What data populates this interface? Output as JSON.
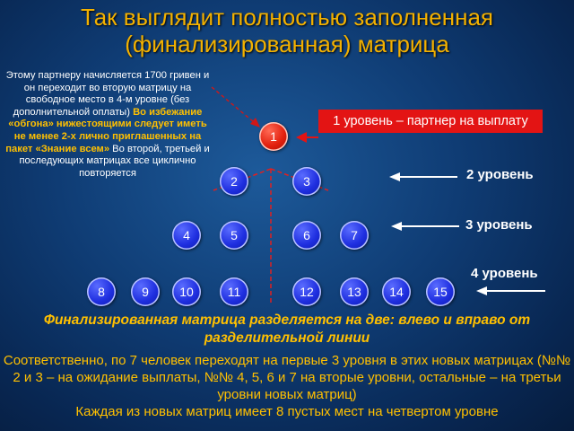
{
  "title": {
    "line1": "Так выглядит полностью заполненная",
    "line2": "(финализированная) матрица"
  },
  "left_note": {
    "part1": "Этому партнеру начисляется 1700 гривен и он переходит во вторую матрицу на свободное место в 4-м уровне (без дополнительной оплаты)",
    "part2": "Во избежание «обгона» нижестоящими следует иметь не менее 2-х лично приглашенных на пакет «Знание всем»",
    "part3": "Во второй, третьей и последующих матрицах все циклично повторяется"
  },
  "badge": "1 уровень – партнер на выплату",
  "levels": {
    "l2": "2 уровень",
    "l3": "3 уровень",
    "l4": "4 уровень"
  },
  "nodes": [
    "1",
    "2",
    "3",
    "4",
    "5",
    "6",
    "7",
    "8",
    "9",
    "10",
    "11",
    "12",
    "13",
    "14",
    "15"
  ],
  "subtitle": "Финализированная матрица разделяется на две: влево и вправо от разделительной линии",
  "footer": {
    "p1": "Соответственно, по 7 человек переходят на первые 3 уровня в этих новых матрицах (№№ 2 и 3 – на ожидание выплаты, №№ 4, 5, 6 и 7 на вторые уровни, остальные – на третьи уровни новых матриц)",
    "p2": "Каждая из новых матриц имеет 8 пустых мест на четвертом уровне"
  },
  "colors": {
    "title": "#f3b100",
    "highlight": "#ffc000",
    "badge": "#e31414",
    "node_blue": "#1f2fe0",
    "node_red": "#e3200e",
    "divider": "#e02020"
  }
}
